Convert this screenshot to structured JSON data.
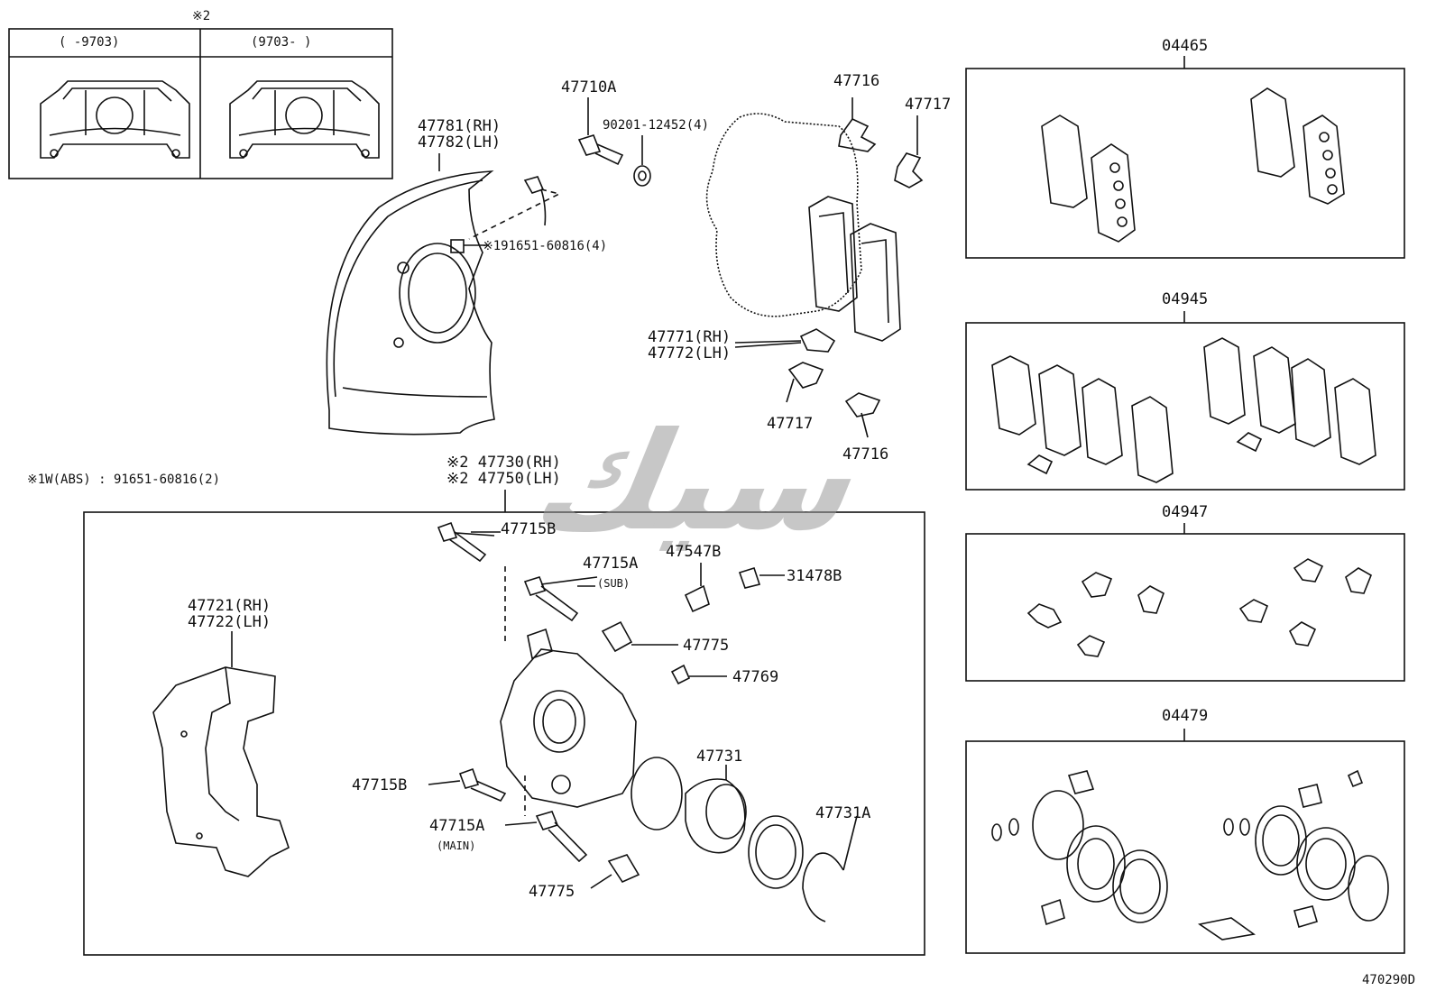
{
  "diagram": {
    "code": "470290D",
    "watermark": "سيك",
    "note_abs": "※1W(ABS) : 91651-60816(2)",
    "inset": {
      "mark": "※2",
      "col_left": "(    -9703)",
      "col_right": "(9703-    )"
    },
    "parts": {
      "dust_cover_rh": "47781(RH)",
      "dust_cover_lh": "47782(LH)",
      "bolt_47710a": "47710A",
      "washer": "90201-12452(4)",
      "bolt_note": "※191651-60816(4)",
      "spring_47716_top": "47716",
      "spring_47717_top": "47717",
      "shim_rh": "47771(RH)",
      "shim_lh": "47772(LH)",
      "spring_47717_bot": "47717",
      "spring_47716_bot": "47716",
      "caliper_rh": "※2 47730(RH)",
      "caliper_lh": "※2 47750(LH)",
      "pin_47715b_top": "47715B",
      "pin_47715a_sub": "47715A",
      "sub": "(SUB)",
      "bleeder": "47547B",
      "cap": "31478B",
      "boot_top": "47775",
      "bleeder_cap": "47769",
      "mount_rh": "47721(RH)",
      "mount_lh": "47722(LH)",
      "piston_seal": "47731",
      "pin_47715b_bot": "47715B",
      "pin_47715a_main": "47715A",
      "main": "(MAIN)",
      "boot_bot": "47775",
      "ring": "47731A"
    },
    "kits": {
      "pad_kit": "04465",
      "shim_kit": "04945",
      "fitting_kit": "04947",
      "cylinder_kit": "04479"
    }
  }
}
